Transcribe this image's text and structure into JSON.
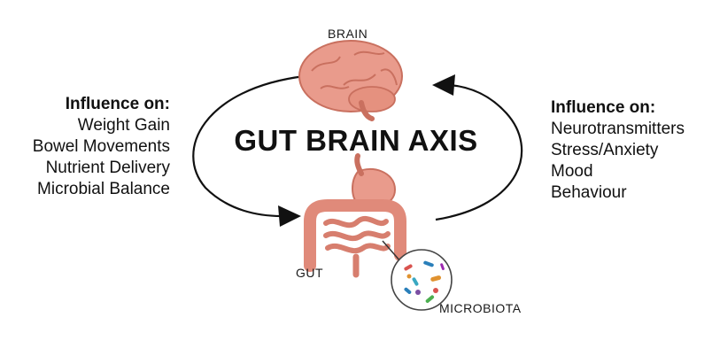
{
  "title": "GUT BRAIN AXIS",
  "brain_label": "BRAIN",
  "gut_label": "GUT",
  "microbiota_label": "MICROBIOTA",
  "left_influence": {
    "heading": "Influence on:",
    "items": [
      "Weight Gain",
      "Bowel Movements",
      "Nutrient Delivery",
      "Microbial Balance"
    ]
  },
  "right_influence": {
    "heading": "Influence on:",
    "items": [
      "Neurotransmitters",
      "Stress/Anxiety",
      "Mood",
      "Behaviour"
    ]
  },
  "colors": {
    "organ": "#e99b8c",
    "organ_dark": "#c9705f",
    "arrow": "#111111"
  }
}
